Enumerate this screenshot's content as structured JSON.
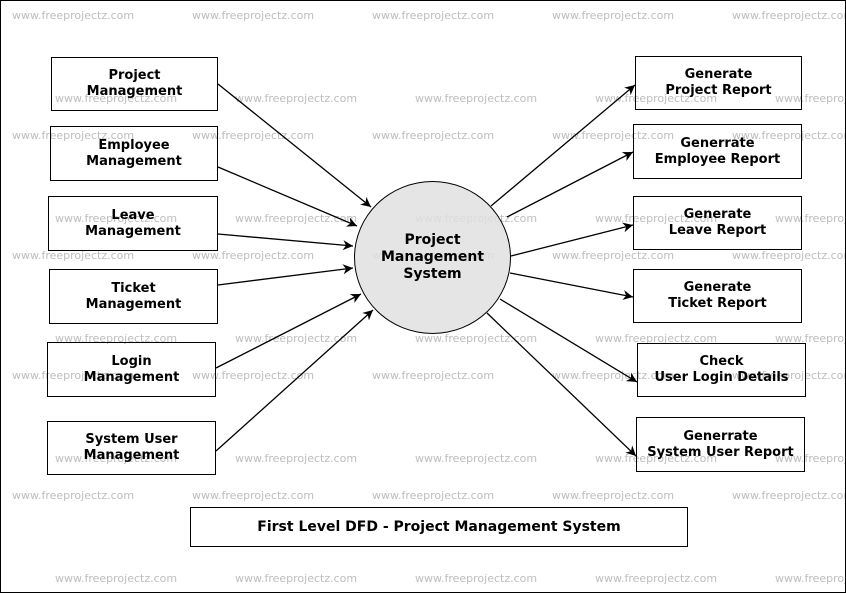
{
  "watermark": "www.freeprojectz.com",
  "process": {
    "label": "Project\nManagement\nSystem",
    "fill": "#e0e0e0"
  },
  "inputs": [
    {
      "id": "project-management",
      "label": "Project\nManagement"
    },
    {
      "id": "employee-management",
      "label": "Employee\nManagement"
    },
    {
      "id": "leave-management",
      "label": "Leave\nManagement"
    },
    {
      "id": "ticket-management",
      "label": "Ticket\nManagement"
    },
    {
      "id": "login-management",
      "label": "Login\nManagement"
    },
    {
      "id": "system-user-management",
      "label": "System User\nManagement"
    }
  ],
  "outputs": [
    {
      "id": "generate-project-report",
      "label": "Generate\nProject Report"
    },
    {
      "id": "generrate-employee-report",
      "label": "Generrate\nEmployee Report"
    },
    {
      "id": "generate-leave-report",
      "label": "Generate\nLeave Report"
    },
    {
      "id": "generate-ticket-report",
      "label": "Generate\nTicket Report"
    },
    {
      "id": "check-user-login-details",
      "label": "Check\nUser Login Details"
    },
    {
      "id": "generrate-system-user-report",
      "label": "Generrate\nSystem User Report"
    }
  ],
  "caption": "First Level DFD - Project Management System"
}
